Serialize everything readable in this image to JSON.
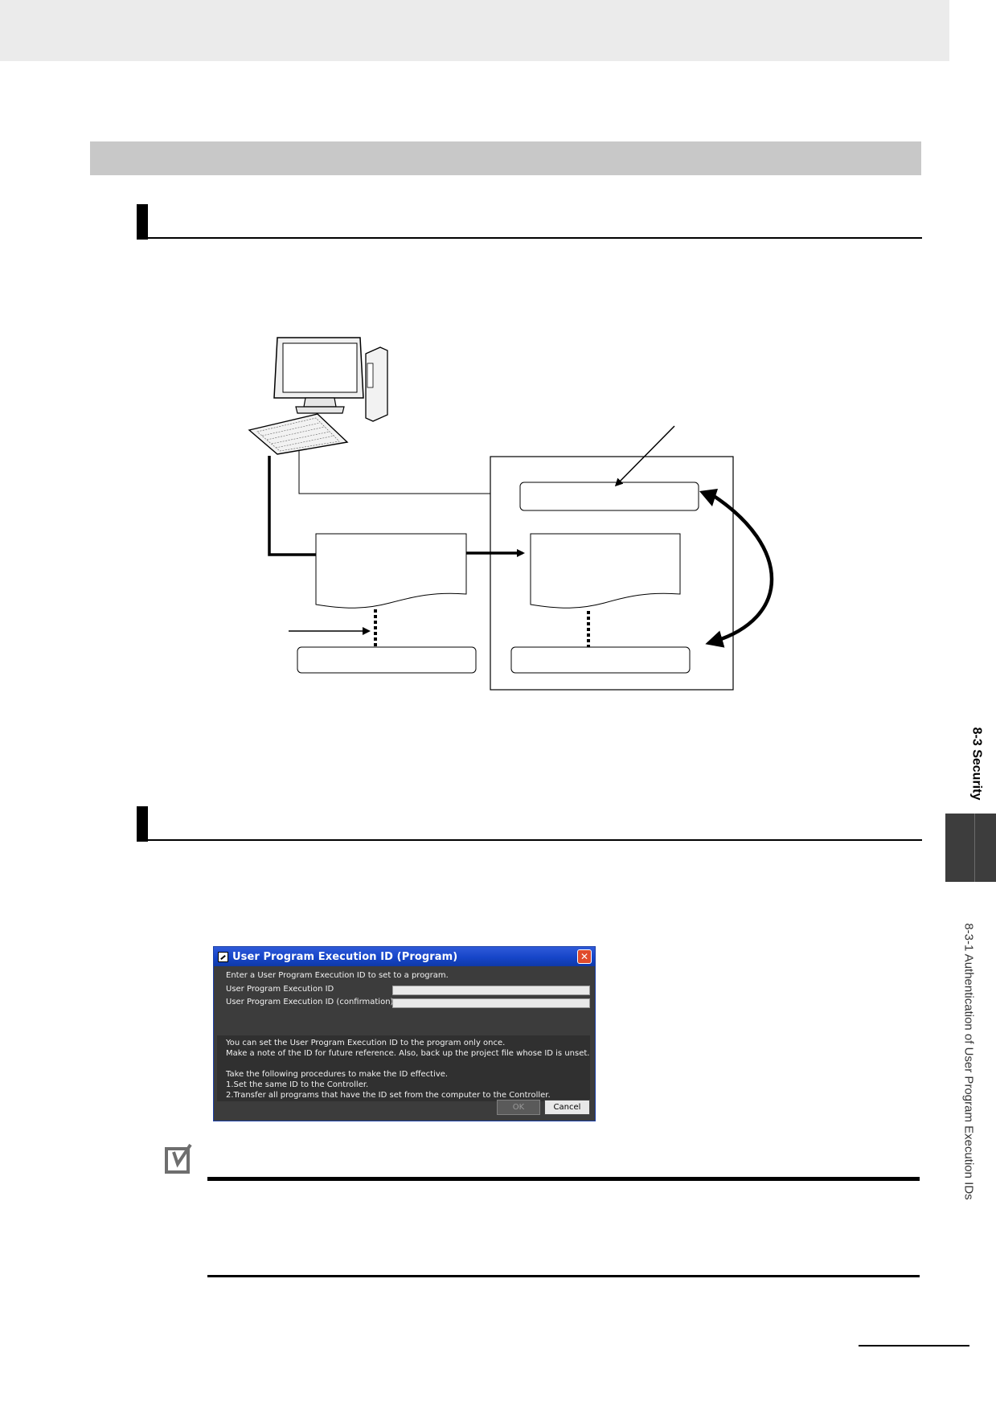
{
  "side_tab": {
    "section_label": "8-3 Security",
    "subsection_label": "8-3-1  Authentication of User Program Execution IDs"
  },
  "dialog": {
    "title": "User Program Execution ID (Program)",
    "close_glyph": "✕",
    "instruction": "Enter a User Program Execution ID to set to a program.",
    "fields": [
      {
        "label": "User Program Execution ID",
        "value": ""
      },
      {
        "label": "User Program Execution ID (confirmation)",
        "value": ""
      }
    ],
    "info_lines": [
      "You can set the User Program Execution ID to the program only once.",
      "Make a note of the ID for future reference. Also, back up the project file whose ID is unset.",
      "",
      "Take the following procedures to make the ID effective.",
      "1.Set the same ID to the Controller.",
      "2.Transfer all programs that have the ID set from the computer to the Controller."
    ],
    "ok_label": "OK",
    "cancel_label": "Cancel"
  },
  "icons": {
    "computer": "computer-icon",
    "precaution": "precaution-check-icon",
    "close": "close-icon"
  },
  "colors": {
    "titlebar": "#1645c8",
    "dialog_body": "#3c3c3c",
    "close_button": "#e04b2b",
    "section_band": "#c8c8c8",
    "side_tab": "#3d3d3d"
  }
}
